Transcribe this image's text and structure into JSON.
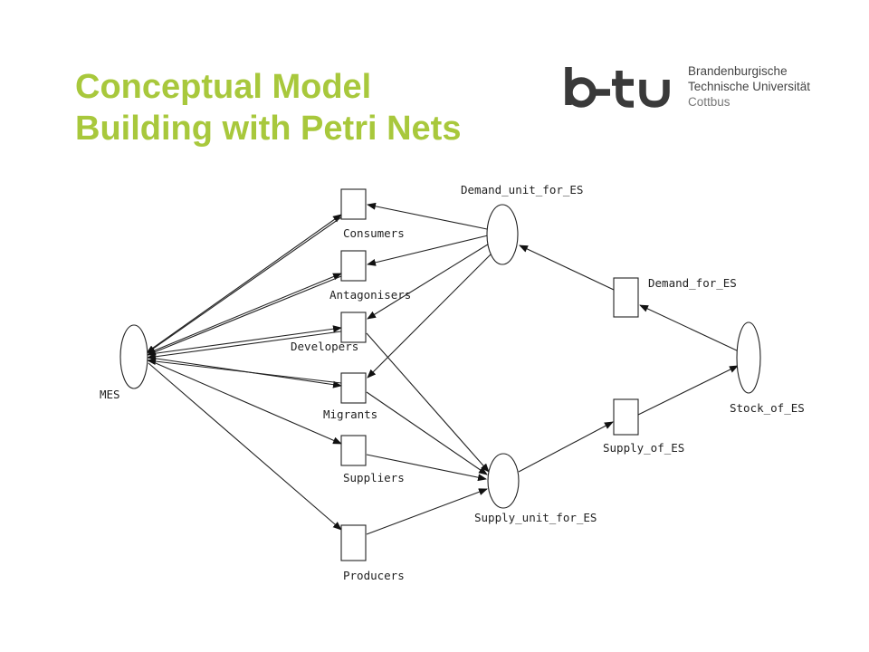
{
  "slide": {
    "title_line1": "Conceptual Model",
    "title_line2": "Building with Petri Nets",
    "title_color": "#a8c83c"
  },
  "logo": {
    "mark": "b-tu",
    "line1": "Brandenburgische",
    "line2": "Technische Universität",
    "line3": "Cottbus",
    "mark_color": "#3a3a3a"
  },
  "diagram": {
    "places": {
      "mes": "MES",
      "demand_unit": "Demand_unit_for_ES",
      "supply_unit": "Supply_unit_for_ES",
      "stock": "Stock_of_ES"
    },
    "transitions": {
      "consumers": "Consumers",
      "antagonisers": "Antagonisers",
      "developers": "Developers",
      "migrants": "Migrants",
      "suppliers": "Suppliers",
      "producers": "Producers",
      "demand_for_es": "Demand_for_ES",
      "supply_of_es": "Supply_of_ES"
    }
  }
}
